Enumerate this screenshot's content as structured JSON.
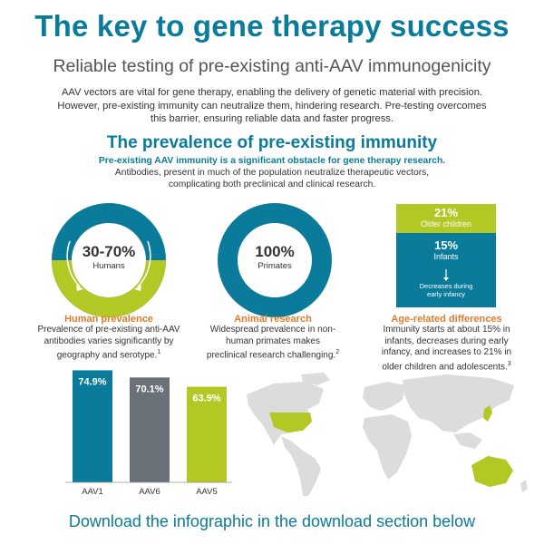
{
  "header": {
    "title": "The key to gene therapy success",
    "subtitle": "Reliable testing of pre-existing anti-AAV immunogenicity",
    "intro": "AAV vectors are vital for gene therapy, enabling the delivery of genetic material with precision. However, pre-existing immunity can neutralize them, hindering research. Pre-testing overcomes this barrier, ensuring reliable data and faster progress."
  },
  "prevalence": {
    "title": "The prevalence of pre-existing immunity",
    "lead": "Pre-existing AAV immunity is a significant obstacle for gene therapy research.",
    "body": "Antibodies, present in much of the population neutralize therapeutic vectors, complicating both preclinical and clinical research."
  },
  "human": {
    "ring_value": "30-70%",
    "ring_label": "Humans",
    "heading": "Human prevalence",
    "text": "Prevalence of pre-existing anti-AAV antibodies varies significantly by geography and serotype.",
    "ref": "1"
  },
  "animal": {
    "ring_value": "100%",
    "ring_label": "Primates",
    "heading": "Animal research",
    "text": "Widespread prevalence in non-human primates makes preclinical research challenging.",
    "ref": "2"
  },
  "age": {
    "older_value": "21%",
    "older_label": "Older children",
    "infant_value": "15%",
    "infant_label": "Infants",
    "trend_line1": "Decreases during",
    "trend_line2": "early infancy",
    "heading": "Age-related differences",
    "text": "Immunity starts at about 15% in infants, decreases during early infancy, and increases to 21% in older children and adolescents.",
    "ref": "3"
  },
  "colors": {
    "teal": "#0a7b9a",
    "lime": "#b3c825",
    "gray": "#6b7178",
    "orange": "#e07b2a",
    "map_land": "#dcdcdc"
  },
  "chart_data": {
    "type": "bar",
    "categories": [
      "AAV1",
      "AAV6",
      "AAV5"
    ],
    "values": [
      74.9,
      70.1,
      63.9
    ],
    "value_labels": [
      "74.9%",
      "70.1%",
      "63.9%"
    ],
    "colors": [
      "#0a7b9a",
      "#6b7178",
      "#b3c825"
    ],
    "ylim": [
      0,
      80
    ],
    "title": "",
    "xlabel": "",
    "ylabel": ""
  },
  "map": {
    "highlighted_regions": [
      "United States",
      "Japan",
      "Australia"
    ]
  },
  "footer": {
    "cta": "Download the infographic in the download section below"
  }
}
